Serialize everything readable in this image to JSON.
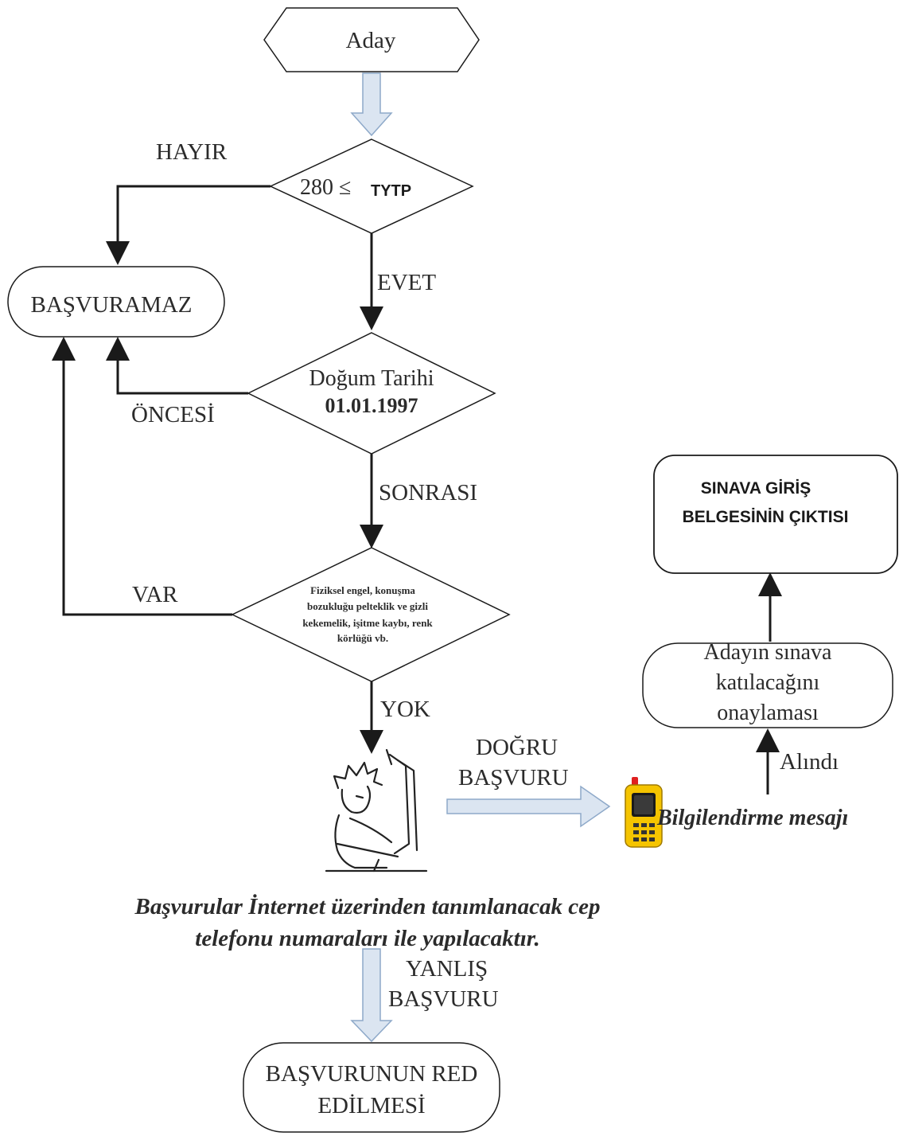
{
  "nodes": {
    "start": "Aday",
    "score_left": "280 ≤",
    "score_right": "TYTP",
    "cannot_apply": "BAŞVURAMAZ",
    "birth_line1": "Doğum Tarihi",
    "birth_line2": "01.01.1997",
    "disability_lines": [
      "Fiziksel engel, konuşma",
      "bozukluğu pelteklik ve gizli",
      "kekemelik, işitme kaybı, renk",
      "körlüğü vb."
    ],
    "document_lines": [
      "SINAVA GİRİŞ",
      "BELGESİNİN ÇIKTISI"
    ],
    "confirm_lines": [
      "Adayın sınava",
      "katılacağını",
      "onaylaması"
    ],
    "reject_lines": [
      "BAŞVURUNUN RED",
      "EDİLMESİ"
    ]
  },
  "edges": {
    "no": "HAYIR",
    "yes": "EVET",
    "before": "ÖNCESİ",
    "after": "SONRASI",
    "has": "VAR",
    "none": "YOK",
    "correct_lines": [
      "DOĞRU",
      "BAŞVURU"
    ],
    "wrong_lines": [
      "YANLIŞ",
      "BAŞVURU"
    ],
    "received": "Alındı",
    "info_message": "Bilgilendirme mesajı"
  },
  "note_lines": [
    "Başvurular İnternet üzerinden tanımlanacak cep",
    "telefonu numaraları ile yapılacaktır."
  ],
  "colors": {
    "block_arrow_fill": "#dbe5f1",
    "block_arrow_stroke": "#8ea9c9",
    "line": "#1a1a1a",
    "phone": "#f5c400"
  },
  "icons": {
    "user": "person-at-computer-icon",
    "phone": "mobile-phone-icon"
  }
}
